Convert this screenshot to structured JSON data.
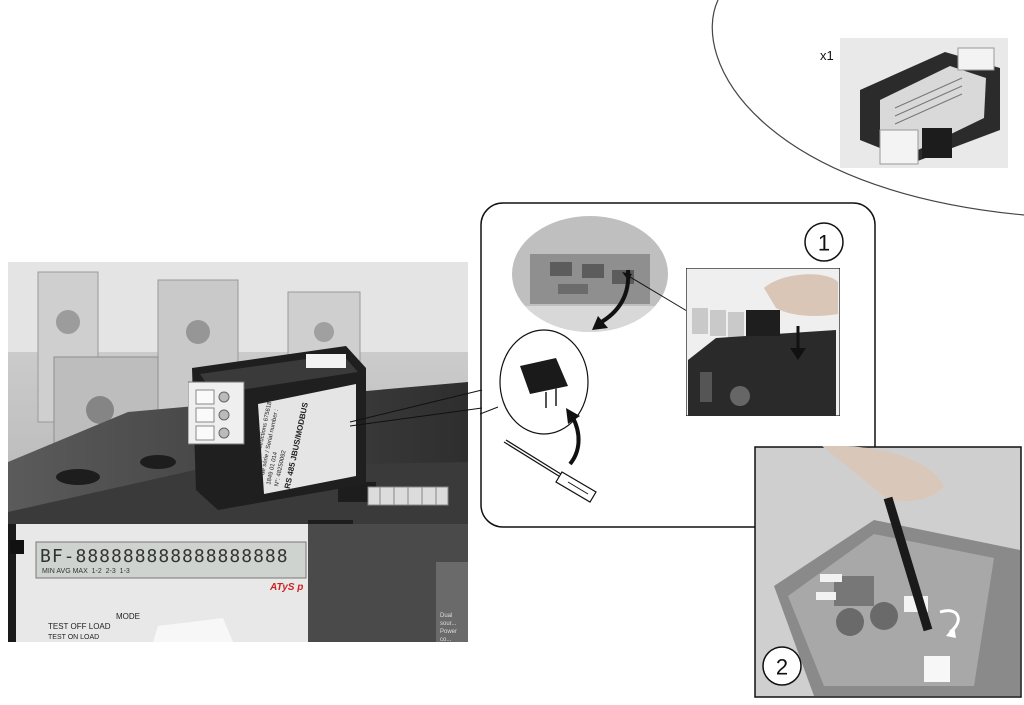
{
  "kit": {
    "quantity": "x1"
  },
  "module": {
    "line1": "RS 485 JBUS/MODBUS",
    "line2": "N°: 48250092",
    "line3": "N° de série / Serial number : 1849 01 014",
    "line4": "⚠ Notice / Instructions 675618"
  },
  "lcd": {
    "text": "BF-888888888888888888",
    "sub": "MIN AVG MAX  1-2  2-3  1-3"
  },
  "device": {
    "brand": "ATyS p",
    "menu_mode": "MODE",
    "menu_item_1": "TEST OFF LOAD",
    "menu_item_2": "TEST ON LOAD",
    "panel_label": "Dual sour... Power co..."
  },
  "steps": {
    "step1": "1",
    "step2": "2"
  }
}
